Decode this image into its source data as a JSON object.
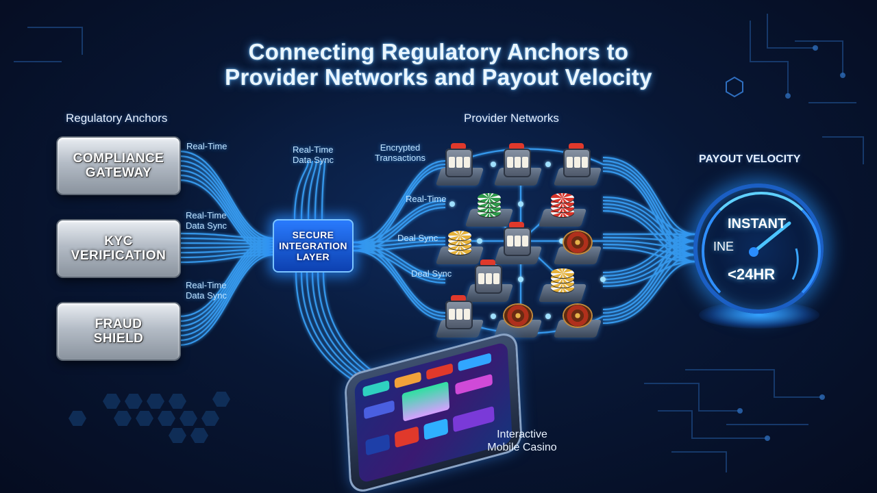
{
  "title": {
    "line1": "Connecting Regulatory Anchors to",
    "line2": "Provider Networks and Payout Velocity"
  },
  "sections": {
    "regulatory": "Regulatory Anchors",
    "providers": "Provider Networks",
    "payout": "PAYOUT VELOCITY"
  },
  "anchors": [
    {
      "line1": "COMPLIANCE",
      "line2": "GATEWAY"
    },
    {
      "line1": "KYC",
      "line2": "VERIFICATION"
    },
    {
      "line1": "FRAUD",
      "line2": "SHIELD"
    }
  ],
  "hub": {
    "line1": "SECURE",
    "line2": "INTEGRATION",
    "line3": "LAYER"
  },
  "labels": {
    "a1": "Real-Time",
    "a2_1": "Real-Time",
    "a2_2": "Data Sync",
    "a3_1": "Real-Time",
    "a3_2": "Data Sync",
    "hub_1": "Real-Time",
    "hub_2": "Data Sync",
    "enc_1": "Encrypted",
    "enc_2": "Transactions",
    "p1": "Real-Time",
    "p2": "Deal Sync",
    "p3": "Deal Sync"
  },
  "providers": [
    [
      "slot-machine",
      "slot-machine",
      "slot-machine"
    ],
    [
      "green-chips",
      "red-chips"
    ],
    [
      "gold-chips",
      "slot-machine",
      "roulette-wheel"
    ],
    [
      "slot-machine",
      "gold-chips"
    ],
    [
      "slot-machine",
      "roulette-wheel",
      "roulette-wheel"
    ]
  ],
  "gauge": {
    "instant": "INSTANT",
    "ine": "INE",
    "hours": "<24HR"
  },
  "mobile": {
    "line1": "Interactive",
    "line2": "Mobile Casino"
  },
  "colors": {
    "line": "#3aa6ff",
    "glow": "#7fd4ff",
    "hub": "#1f6bff"
  }
}
